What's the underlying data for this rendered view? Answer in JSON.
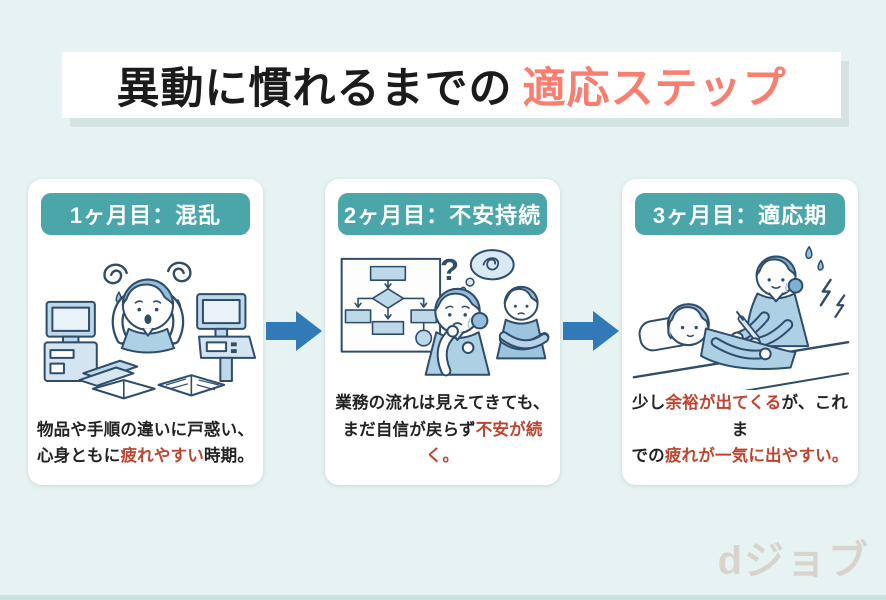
{
  "background": {
    "color": "#e7f3f2",
    "bottom_strip_color": "#c6e2e1"
  },
  "title": {
    "text_black": "異動に慣れるまでの",
    "text_accent": "適応ステップ",
    "accent_color": "#f97e70"
  },
  "card_style": {
    "header_bg": "#4aa6a9",
    "header_text_color": "#ffffff",
    "caption_accent_color": "#bf4430"
  },
  "cards": [
    {
      "header": "1ヶ月目：混乱",
      "illustration": "confused-person-holding-head-between-monitors-and-open-manuals",
      "caption_segments": [
        {
          "text": "物品や手順の違いに戸惑い、\n心身ともに",
          "accent": false
        },
        {
          "text": "疲れやすい",
          "accent": true
        },
        {
          "text": "時期。",
          "accent": false
        }
      ]
    },
    {
      "header": "2ヶ月目：不安持続",
      "illustration": "flowchart-board-with-anxious-worker-and-colleague-with-crossed-arms",
      "question_mark": "?",
      "caption_segments": [
        {
          "text": "業務の流れは見えてきても、\nまだ自信が戻らず",
          "accent": false
        },
        {
          "text": "不安が続く。",
          "accent": true
        }
      ]
    },
    {
      "header": "3ヶ月目：適応期",
      "illustration": "nurse-treating-patient-lying-in-bed",
      "caption_segments": [
        {
          "text": "少し",
          "accent": false
        },
        {
          "text": "余裕が出てくる",
          "accent": true
        },
        {
          "text": "が、これま\nでの",
          "accent": false
        },
        {
          "text": "疲れが一気に出やすい。",
          "accent": true
        }
      ]
    }
  ],
  "arrows": {
    "color": "#3279b7",
    "count": 2,
    "direction": "right"
  },
  "logo": {
    "text": "dジョブ",
    "color": "#d8d3cd"
  }
}
